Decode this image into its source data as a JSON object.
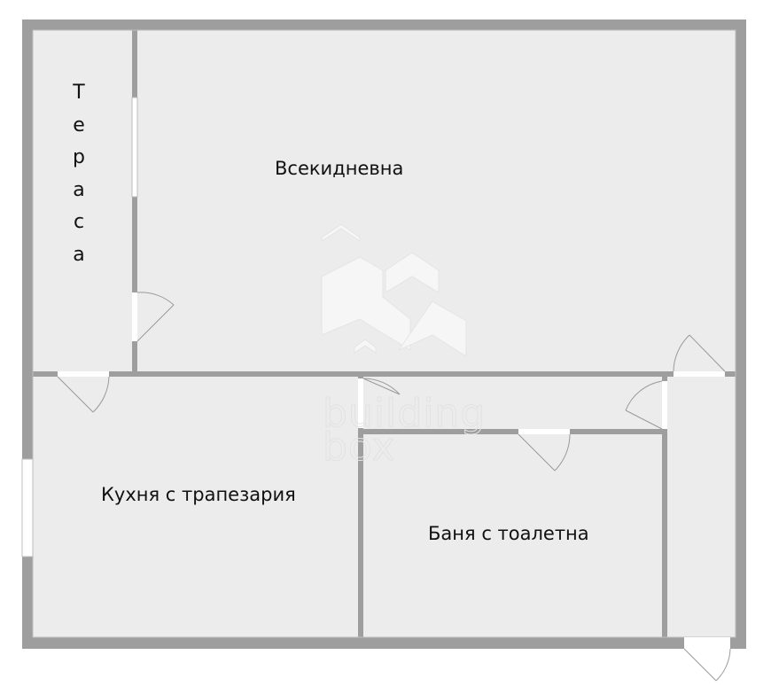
{
  "rooms": {
    "living": "Всекидневна",
    "terrace_letters": [
      "Т",
      "е",
      "р",
      "а",
      "с",
      "а"
    ],
    "kitchen": "Кухня с трапезария",
    "bathroom": "Баня с тоалетна"
  },
  "watermark": {
    "line1": "building",
    "line2": "box"
  },
  "colors": {
    "wall": "#9e9e9e",
    "floor": "#ececec",
    "background": "#ffffff"
  }
}
